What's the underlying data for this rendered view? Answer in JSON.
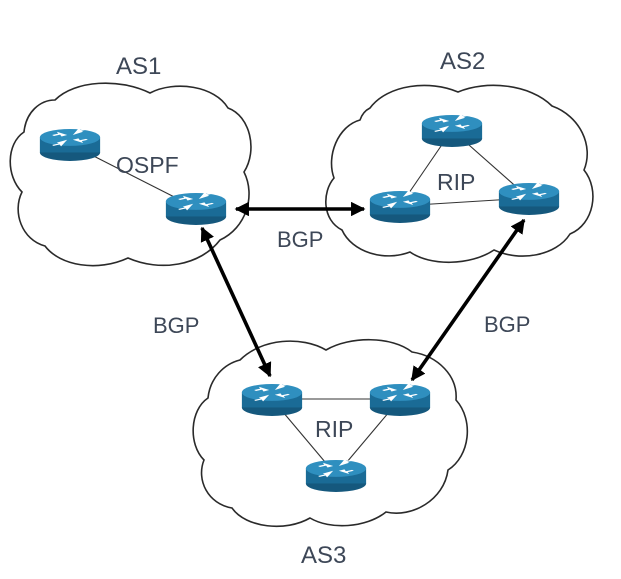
{
  "autonomous_systems": [
    {
      "name": "AS1",
      "protocol": "OSPF"
    },
    {
      "name": "AS2",
      "protocol": "RIP"
    },
    {
      "name": "AS3",
      "protocol": "RIP"
    }
  ],
  "bgp_links": [
    {
      "label": "BGP",
      "from": "AS1",
      "to": "AS2"
    },
    {
      "label": "BGP",
      "from": "AS1",
      "to": "AS3"
    },
    {
      "label": "BGP",
      "from": "AS2",
      "to": "AS3"
    }
  ],
  "colors": {
    "router_body": "#1a6b96",
    "router_top": "#2f8fbf",
    "label_text": "#3d4757",
    "cloud_outline": "#2a2a2a",
    "bgp_arrow": "#000000"
  },
  "icon": "router-icon"
}
